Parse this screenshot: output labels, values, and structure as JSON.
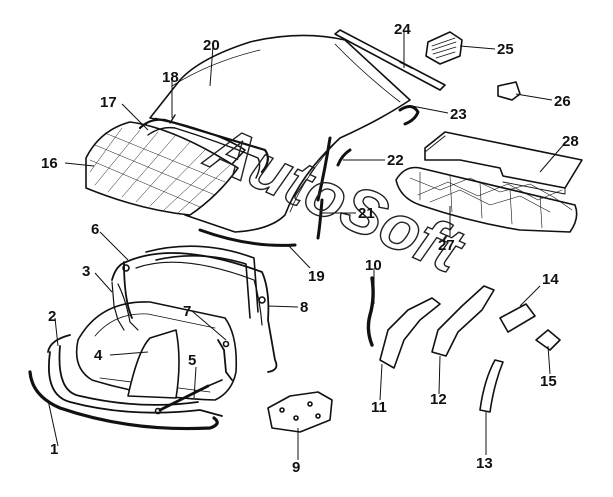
{
  "diagram": {
    "watermark": "AutoSoft",
    "callouts": [
      {
        "id": "1",
        "label": "1"
      },
      {
        "id": "2",
        "label": "2"
      },
      {
        "id": "3",
        "label": "3"
      },
      {
        "id": "4",
        "label": "4"
      },
      {
        "id": "5",
        "label": "5"
      },
      {
        "id": "6",
        "label": "6"
      },
      {
        "id": "7",
        "label": "7"
      },
      {
        "id": "8",
        "label": "8"
      },
      {
        "id": "9",
        "label": "9"
      },
      {
        "id": "10",
        "label": "10"
      },
      {
        "id": "11",
        "label": "11"
      },
      {
        "id": "12",
        "label": "12"
      },
      {
        "id": "13",
        "label": "13"
      },
      {
        "id": "14",
        "label": "14"
      },
      {
        "id": "15",
        "label": "15"
      },
      {
        "id": "16",
        "label": "16"
      },
      {
        "id": "17",
        "label": "17"
      },
      {
        "id": "18",
        "label": "18"
      },
      {
        "id": "19",
        "label": "19"
      },
      {
        "id": "20",
        "label": "20"
      },
      {
        "id": "21",
        "label": "21"
      },
      {
        "id": "22",
        "label": "22"
      },
      {
        "id": "23",
        "label": "23"
      },
      {
        "id": "24",
        "label": "24"
      },
      {
        "id": "25",
        "label": "25"
      },
      {
        "id": "26",
        "label": "26"
      },
      {
        "id": "27",
        "label": "27"
      },
      {
        "id": "28",
        "label": "28"
      }
    ]
  }
}
